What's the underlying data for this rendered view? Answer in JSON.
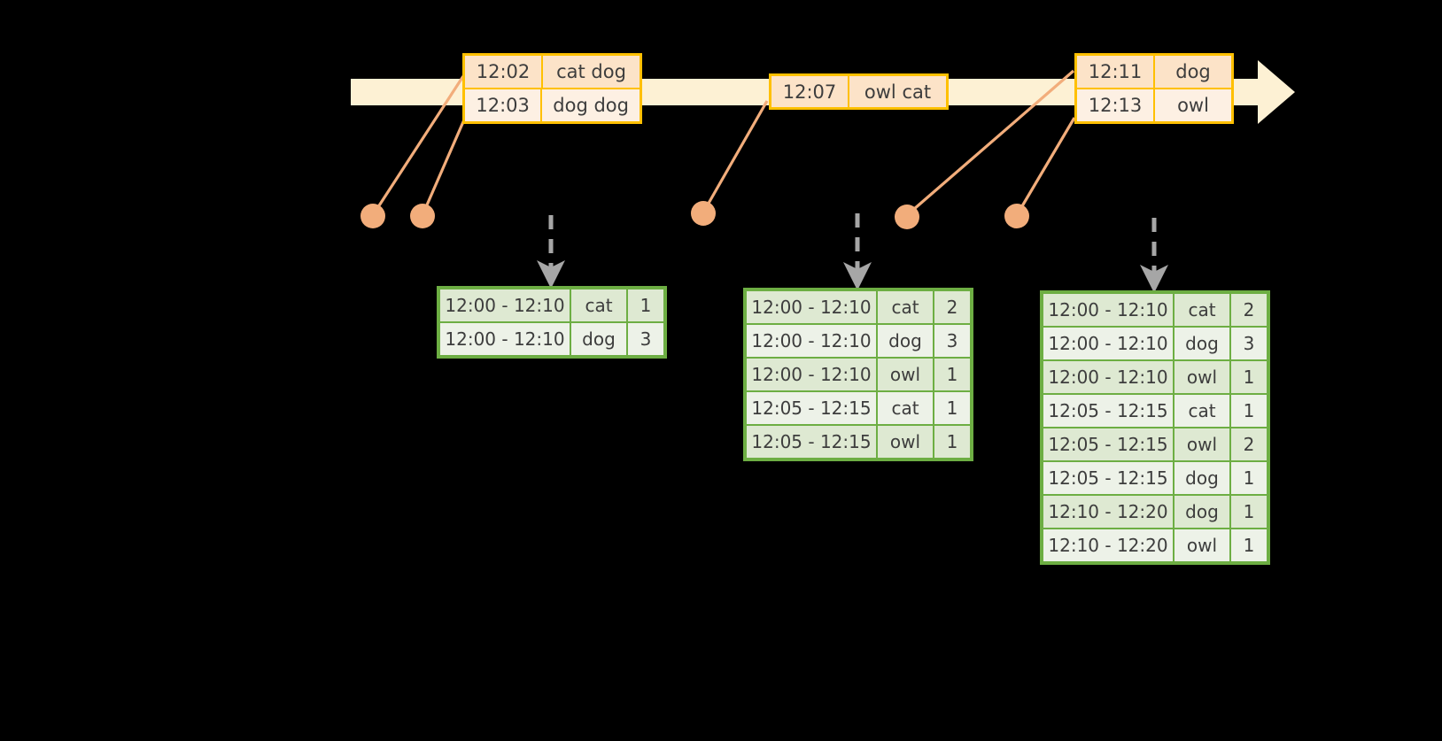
{
  "diagram": {
    "title": "sliding-window-word-count-timeline",
    "colors": {
      "timeline_fill": "#FDF1D4",
      "event_border": "#FFC000",
      "event_row_dark": "#FCE3C8",
      "event_row_light": "#FDF0E3",
      "connector": "#F2AD7B",
      "table_border": "#6DAE43",
      "table_row_dark": "#DEE9D2",
      "table_row_light": "#EDF2E8",
      "dashed_arrow": "#A6A6A6",
      "background": "#000000"
    }
  },
  "timeline": {
    "name": "event-stream-timeline",
    "arrow_direction": "right",
    "event_boxes": [
      {
        "name": "event-box-1",
        "rows": [
          {
            "time": "12:02",
            "message": "cat dog"
          },
          {
            "time": "12:03",
            "message": "dog dog"
          }
        ]
      },
      {
        "name": "event-box-2",
        "rows": [
          {
            "time": "12:07",
            "message": "owl cat"
          }
        ]
      },
      {
        "name": "event-box-3",
        "rows": [
          {
            "time": "12:11",
            "message": "dog"
          },
          {
            "time": "12:13",
            "message": "owl"
          }
        ]
      }
    ]
  },
  "tables": [
    {
      "name": "window-counts-table-1",
      "rows": [
        {
          "window": "12:00 - 12:10",
          "key": "cat",
          "count": "1"
        },
        {
          "window": "12:00 - 12:10",
          "key": "dog",
          "count": "3"
        }
      ]
    },
    {
      "name": "window-counts-table-2",
      "rows": [
        {
          "window": "12:00 - 12:10",
          "key": "cat",
          "count": "2"
        },
        {
          "window": "12:00 - 12:10",
          "key": "dog",
          "count": "3"
        },
        {
          "window": "12:00 - 12:10",
          "key": "owl",
          "count": "1"
        },
        {
          "window": "12:05 - 12:15",
          "key": "cat",
          "count": "1"
        },
        {
          "window": "12:05 - 12:15",
          "key": "owl",
          "count": "1"
        }
      ]
    },
    {
      "name": "window-counts-table-3",
      "rows": [
        {
          "window": "12:00 - 12:10",
          "key": "cat",
          "count": "2"
        },
        {
          "window": "12:00 - 12:10",
          "key": "dog",
          "count": "3"
        },
        {
          "window": "12:00 - 12:10",
          "key": "owl",
          "count": "1"
        },
        {
          "window": "12:05 - 12:15",
          "key": "cat",
          "count": "1"
        },
        {
          "window": "12:05 - 12:15",
          "key": "owl",
          "count": "2"
        },
        {
          "window": "12:05 - 12:15",
          "key": "dog",
          "count": "1"
        },
        {
          "window": "12:10 - 12:20",
          "key": "dog",
          "count": "1"
        },
        {
          "window": "12:10 - 12:20",
          "key": "owl",
          "count": "1"
        }
      ]
    }
  ]
}
